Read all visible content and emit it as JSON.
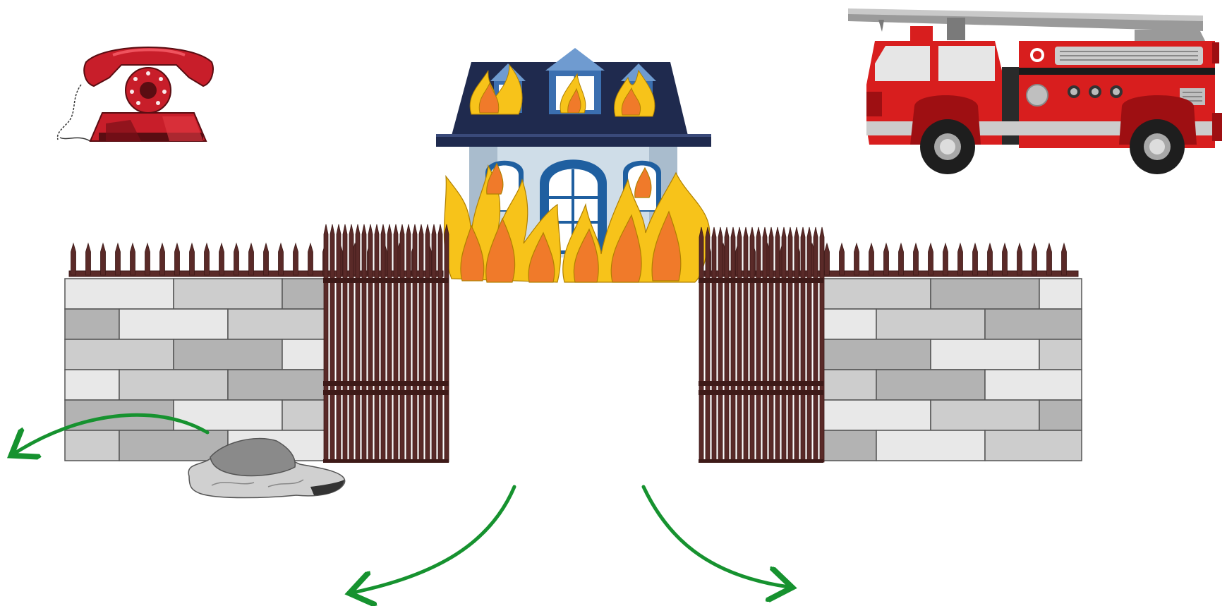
{
  "diagram": {
    "objects": [
      {
        "id": "telephone",
        "icon": "rotary-telephone-icon"
      },
      {
        "id": "house",
        "icon": "burning-house-icon",
        "state": "on fire"
      },
      {
        "id": "fire-truck",
        "icon": "fire-truck-icon"
      },
      {
        "id": "left-wall",
        "icon": "brick-wall-icon"
      },
      {
        "id": "left-gate",
        "icon": "iron-gate-icon",
        "state": "open"
      },
      {
        "id": "right-gate",
        "icon": "iron-gate-icon",
        "state": "open"
      },
      {
        "id": "right-wall",
        "icon": "brick-wall-icon"
      },
      {
        "id": "rock",
        "icon": "rock-icon"
      }
    ],
    "arrows": [
      {
        "id": "arrow-behind-wall",
        "direction": "left"
      },
      {
        "id": "arrow-path-left",
        "direction": "down-left"
      },
      {
        "id": "arrow-path-right",
        "direction": "down-right"
      }
    ]
  },
  "colors": {
    "background": "#ffffff",
    "arrow": "#16922f",
    "fence": "#5a2a28",
    "fence_dark": "#3e1a18",
    "flame_outer": "#f7c31a",
    "flame_inner": "#f07a2a",
    "truck_red": "#d81e1e",
    "truck_dark": "#9e0f12",
    "phone_red": "#c81e2a",
    "phone_dark": "#5a0d12",
    "roof": "#1f2a4e",
    "house_wall": "#cfdde8",
    "door": "#1f5fa0",
    "brick_light": "#e8e8e8",
    "brick_mid": "#cdcdcd",
    "brick_dark": "#b3b3b3",
    "rock_light": "#d0d0d0",
    "rock_dark": "#8a8a8a"
  }
}
